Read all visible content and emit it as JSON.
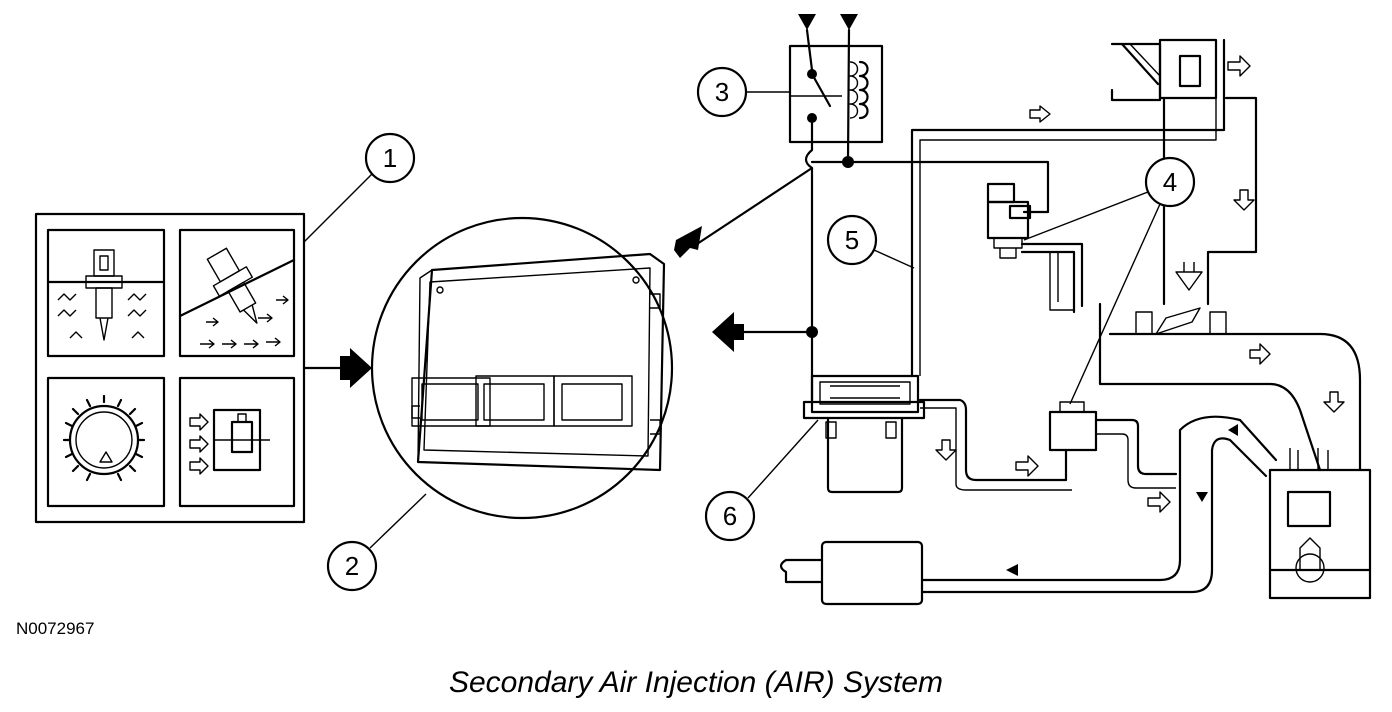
{
  "diagram": {
    "title": "Secondary Air Injection (AIR) System",
    "figure_code": "N0072967",
    "callouts": [
      {
        "id": "1",
        "label": "1"
      },
      {
        "id": "2",
        "label": "2"
      },
      {
        "id": "3",
        "label": "3"
      },
      {
        "id": "4",
        "label": "4"
      },
      {
        "id": "5",
        "label": "5"
      },
      {
        "id": "6",
        "label": "6"
      }
    ],
    "icons": [
      "coolant-temperature-sensor-icon",
      "air-temperature-sensor-icon",
      "crankshaft-position-sensor-icon",
      "mass-air-flow-sensor-icon",
      "powertrain-control-module-icon",
      "relay-icon",
      "solenoid-valve-icon",
      "air-pump-icon",
      "muffler-icon",
      "engine-cylinder-icon"
    ]
  }
}
